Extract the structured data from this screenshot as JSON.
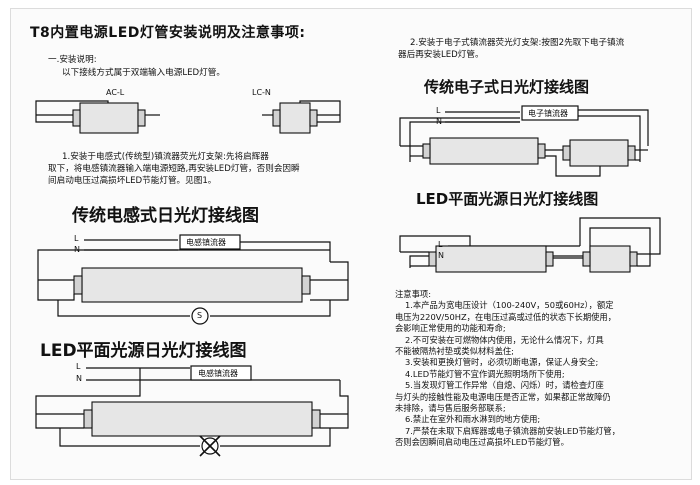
{
  "title": "T8内置电源LED灯管安装说明及注意事项:",
  "section1": {
    "heading": "一.安装说明:",
    "desc": "以下接线方式属于双端输入电源LED灯管。",
    "label_left": "AC-L",
    "label_right": "LC-N"
  },
  "para1": [
    "1.安装于电感式(传统型)镇流器荧光灯支架:先将启辉器",
    "取下，将电感镇流器输入端电源短路,再安装LED灯管，否则会因瞬",
    "间启动电压过高损坏LED节能灯管。见图1。"
  ],
  "para2": [
    "2.安装于电子式镇流器荧光灯支架:按图2先取下电子镇流",
    "器后再安装LED灯管。"
  ],
  "diagrams": {
    "electronic_title": "传统电子式日光灯接线图",
    "electronic_ballast": "电子镇流器",
    "inductive_title": "传统电感式日光灯接线图",
    "inductive_ballast": "电感镇流器",
    "starter_symbol": "S",
    "led_title_left": "LED平面光源日光灯接线图",
    "led_ballast_left": "电感镇流器",
    "led_title_right": "LED平面光源日光灯接线图",
    "line_L": "L",
    "line_N": "N"
  },
  "notes": {
    "heading": "注意事项:",
    "items": [
      "1.本产品为宽电压设计（100-240V，50或60Hz），额定",
      "电压为220V/50HZ，在电压过高或过低的状态下长期使用，",
      "会影响正常使用的功能和寿命;",
      "2.不可安装在可燃物体内使用，无论什么情况下，灯具",
      "不能被隔热衬垫或类似材料盖住;",
      "3.安装和更换灯管时，必须切断电源，保证人身安全;",
      "4.LED节能灯管不宜作调光照明场所下使用;",
      "5.当发现灯管工作异常（自熄、闪烁）时，请检查灯座",
      "与灯头的接触性能及电源电压是否正常，如果都正常故障仍",
      "未排除，请与售后服务部联系;",
      "6.禁止在室外和雨水淋到的地方使用;",
      "7.严禁在未取下启辉器或电子镇流器前安装LED节能灯管，",
      "否则会因瞬间启动电压过高损坏LED节能灯管。"
    ]
  }
}
